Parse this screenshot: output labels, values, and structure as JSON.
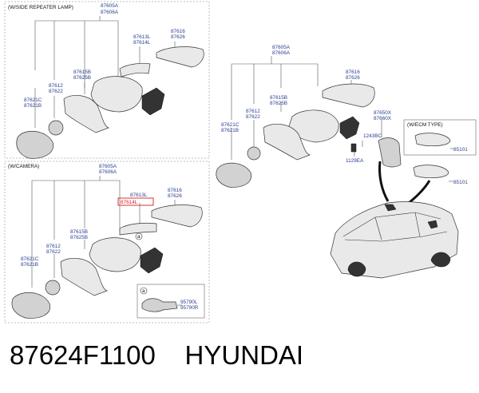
{
  "sections": {
    "side_repeater": "(W/SIDE REPEATER LAMP)",
    "camera": "(W/CAMERA)",
    "ecm": "(W/ECM TYPE)"
  },
  "labels": {
    "tl_assy_a": "87605A",
    "tl_assy_b": "87606A",
    "tl_cap_a": "87616",
    "tl_cap_b": "87626",
    "tl_lamp_a": "87613L",
    "tl_lamp_b": "87614L",
    "tl_housing_a": "87615B",
    "tl_housing_b": "87625B",
    "tl_bezel_a": "87612",
    "tl_bezel_b": "87622",
    "tl_glass_a": "87621C",
    "tl_glass_b": "87621B",
    "bl_assy_a": "87605A",
    "bl_assy_b": "87606A",
    "bl_cap_a": "87616",
    "bl_cap_b": "87626",
    "bl_lamp_a": "87613L",
    "bl_lamp_b": "87614L",
    "bl_housing_a": "87615B",
    "bl_housing_b": "87625B",
    "bl_bezel_a": "87612",
    "bl_bezel_b": "87622",
    "bl_glass_a": "87621C",
    "bl_glass_b": "87621B",
    "bl_callout": "a",
    "bl_inset_letter": "a",
    "bl_camera_a": "95790L",
    "bl_camera_b": "95790R",
    "r_assy_a": "87605A",
    "r_assy_b": "87606A",
    "r_cap_a": "87616",
    "r_cap_b": "87626",
    "r_housing_a": "87615B",
    "r_housing_b": "87625B",
    "r_bezel_a": "87612",
    "r_bezel_b": "87622",
    "r_glass_a": "87621C",
    "r_glass_b": "87621B",
    "r_cover_a": "87650X",
    "r_cover_b": "87660X",
    "r_screw_a": "1243BC",
    "r_screw_b": "1129EA",
    "ecm_mirror": "85101",
    "std_mirror": "85101"
  },
  "caption": "87624F1100    HYUNDAI",
  "highlight_color": "#d62020"
}
